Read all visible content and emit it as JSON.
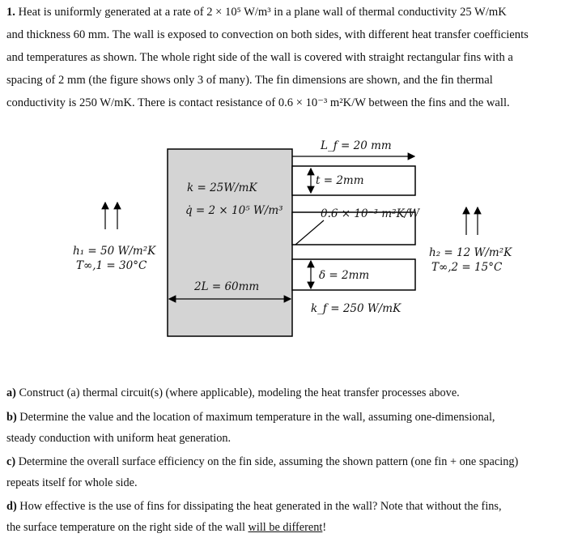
{
  "problem": {
    "number": "1.",
    "line1": "Heat is uniformly generated at a rate of 2 × 10⁵ W/m³ in a plane wall of thermal conductivity 25 W/mK",
    "line2": "and thickness 60 mm. The wall is exposed to convection on both sides, with different heat transfer coefficients",
    "line3": "and temperatures as shown. The whole right side of the wall is covered with straight rectangular fins with a",
    "line4": "spacing of 2 mm (the figure shows only 3 of many). The fin dimensions are shown, and the fin thermal",
    "line5": "conductivity is 250 W/mK. There is contact resistance of 0.6 × 10⁻³ m²K/W between the fins and the wall."
  },
  "figure": {
    "Lf": "L_f = 20 mm",
    "t": "t = 2mm",
    "k": "k = 25W/mK",
    "qdot": "q̇ = 2 × 10⁵ W/m³",
    "contact": "0.6 × 10⁻³ m²K/W",
    "h1": "h₁ = 50 W/m²K",
    "Tinf1": "T∞,1 = 30°C",
    "h2": "h₂ = 12 W/m²K",
    "Tinf2": "T∞,2 = 15°C",
    "delta": "δ = 2mm",
    "twoL": "2L = 60mm",
    "kf": "k_f = 250 W/mK",
    "wall_color": "#d4d4d4"
  },
  "questions": {
    "a_label": "a)",
    "a_text": "Construct (a) thermal circuit(s) (where applicable), modeling the heat transfer processes above.",
    "b_label": "b)",
    "b_text1": "Determine the value and the location of maximum temperature in the wall, assuming one-dimensional,",
    "b_text2": "steady conduction with uniform heat generation.",
    "c_label": "c)",
    "c_text1": "Determine the overall surface efficiency on the fin side, assuming the shown pattern (one fin + one spacing)",
    "c_text2": "repeats itself for whole side.",
    "d_label": "d)",
    "d_text1": "How effective is the use of fins for dissipating the heat generated in the wall? Note that without the fins,",
    "d_text2_pre": "the surface temperature on the right side of the wall ",
    "d_text2_u": "will be different",
    "d_text2_post": "!"
  }
}
